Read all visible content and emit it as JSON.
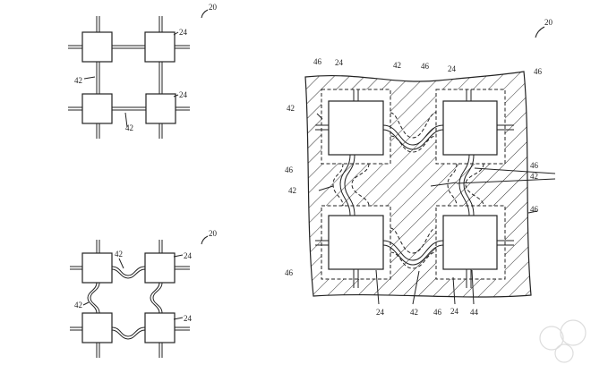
{
  "figures": {
    "top_left": {
      "ref": "20",
      "labels": [
        "24",
        "24",
        "42",
        "42"
      ]
    },
    "bottom_left": {
      "ref": "20",
      "labels": [
        "42",
        "24",
        "42",
        "24"
      ]
    },
    "right": {
      "ref": "20",
      "labels": [
        "46",
        "24",
        "42",
        "46",
        "24",
        "46",
        "42",
        "46",
        "42",
        "46",
        "42",
        "46",
        "46",
        "24",
        "42",
        "46",
        "24",
        "44"
      ]
    }
  },
  "colors": {
    "line": "#222222",
    "background": "#ffffff"
  }
}
